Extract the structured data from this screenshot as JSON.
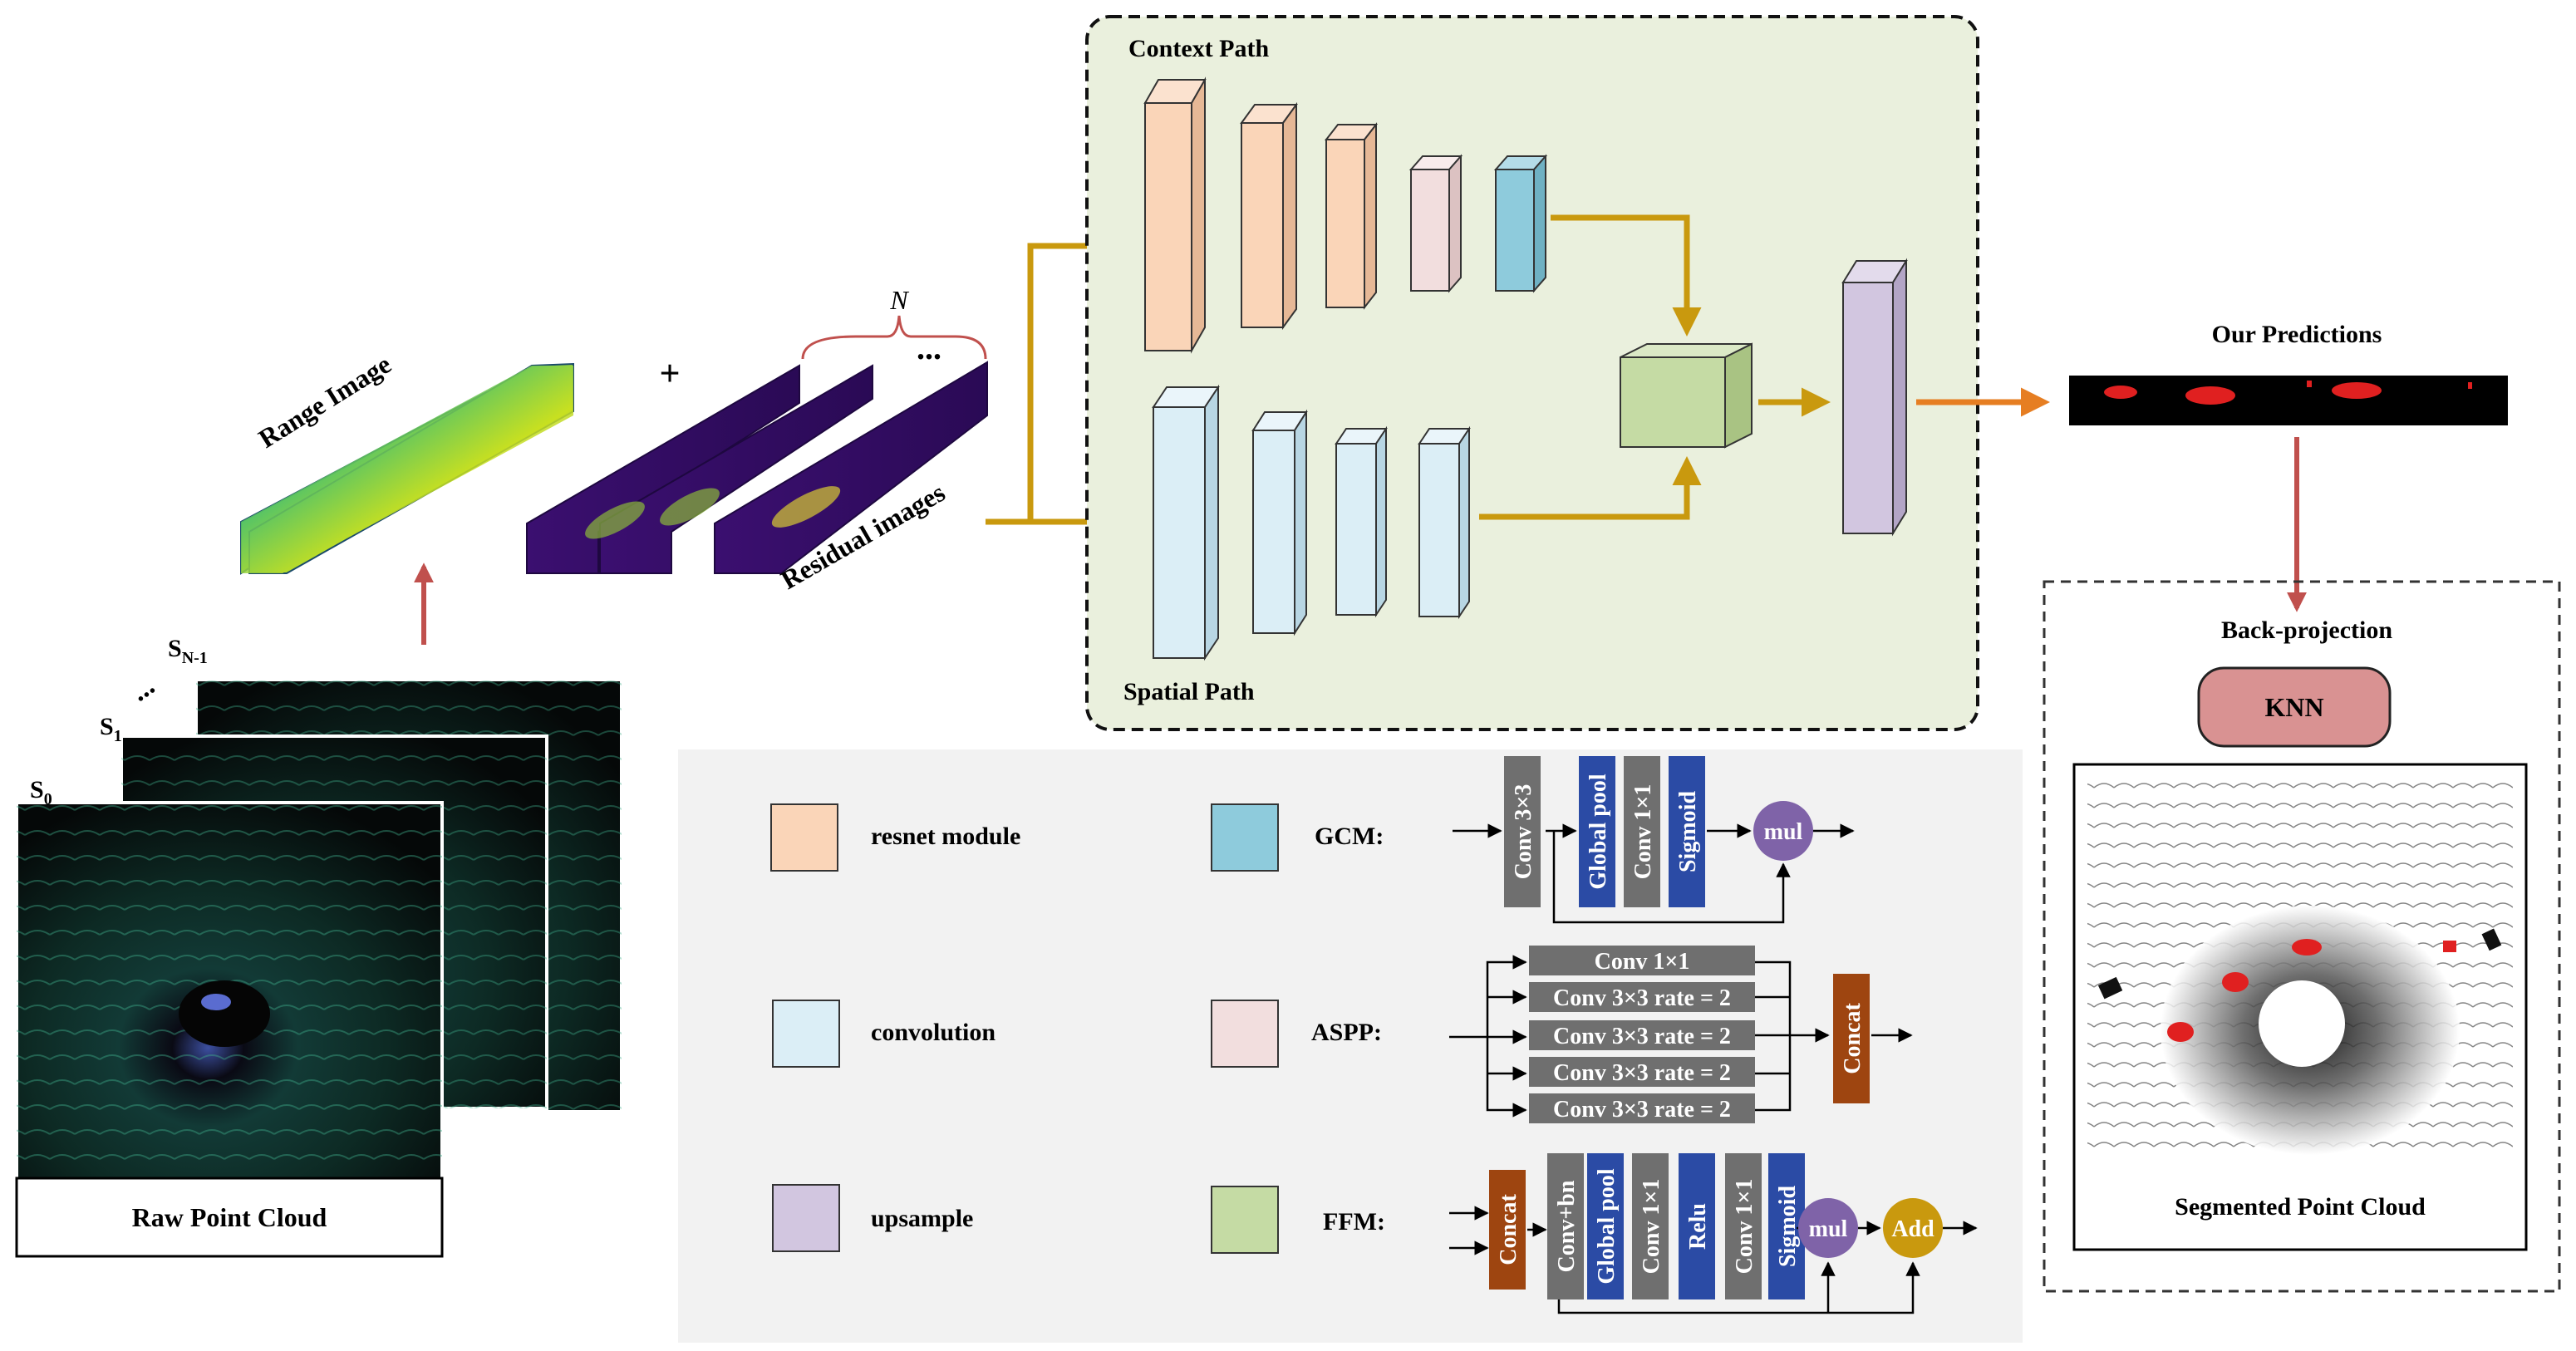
{
  "labels": {
    "raw_point_cloud": "Raw Point Cloud",
    "range_image": "Range Image",
    "residual_images": "Residual images",
    "n_label": "N",
    "plus": "+",
    "dots": "...",
    "context_path": "Context Path",
    "spatial_path": "Spatial Path",
    "our_predictions": "Our Predictions",
    "back_projection": "Back-projection",
    "knn": "KNN",
    "segmented_point_cloud": "Segmented Point Cloud",
    "s0": "S",
    "s0_sub": "0",
    "s1": "S",
    "s1_sub": "1",
    "sn1": "S",
    "sn1_sub": "N-1"
  },
  "legend": {
    "resnet_module": "resnet module",
    "convolution": "convolution",
    "upsample": "upsample",
    "gcm": "GCM:",
    "aspp": "ASPP:",
    "ffm": "FFM:"
  },
  "gcm_blocks": [
    "Conv 3×3",
    "Global pool",
    "Conv 1×1",
    "Sigmoid"
  ],
  "gcm_op": "mul",
  "aspp_blocks": [
    "Conv 1×1",
    "Conv 3×3 rate = 2",
    "Conv 3×3 rate = 2",
    "Conv 3×3 rate = 2",
    "Conv 3×3 rate = 2"
  ],
  "aspp_concat": "Concat",
  "ffm_concat": "Concat",
  "ffm_blocks": [
    "Conv+bn",
    "Global pool",
    "Conv 1×1",
    "Relu",
    "Conv 1×1",
    "Sigmoid"
  ],
  "ffm_ops": [
    "mul",
    "Add"
  ],
  "colors": {
    "resnet": "#fad5b8",
    "conv": "#dbeef6",
    "upsample": "#d2c6e0",
    "gcm": "#8ecbdc",
    "aspp": "#f2dede",
    "ffm": "#c5dba4",
    "gray_block": "#6f6f6f",
    "blue_block": "#2b4ba5",
    "concat": "#9e4510",
    "mul": "#7f63a8",
    "add": "#c9990e",
    "arrow_gold": "#c9990e",
    "arrow_red": "#c0504d",
    "arrow_orange": "#e67e22",
    "panel_bg": "#eaf0dd",
    "legend_bg": "#f2f2f2",
    "knn": "#d99292"
  }
}
